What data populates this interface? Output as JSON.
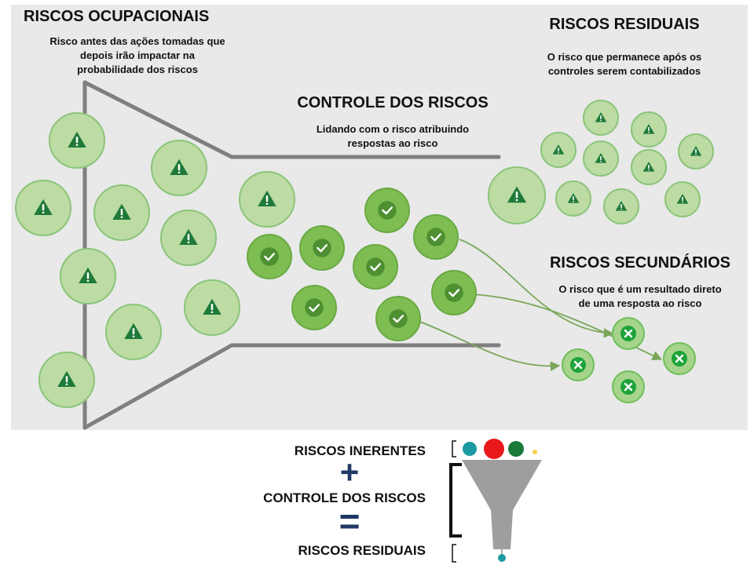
{
  "colors": {
    "panel_bg": "#e8e9e8",
    "risk_circle_fill": "#bcdca4",
    "risk_circle_stroke": "#8cc47a",
    "risk_icon": "#1f7a3a",
    "control_circle_fill": "#7dbd51",
    "control_circle_stroke": "#6aa944",
    "control_icon_bg": "#4e8f32",
    "secondary_circle_fill": "#a6d48a",
    "secondary_icon_bg": "#1ea33a",
    "funnel_line": "#7f7f7f",
    "arrow": "#7aa65a",
    "operator": "#1f3864"
  },
  "sections": {
    "occupational": {
      "title": "RISCOS OCUPACIONAIS",
      "desc_lines": [
        "Risco antes das ações tomadas que",
        "depois irão impactar na",
        "probabilidade dos riscos"
      ]
    },
    "control": {
      "title": "CONTROLE DOS RISCOS",
      "desc_lines": [
        "Lidando com o risco atribuindo",
        "respostas ao risco"
      ]
    },
    "residual": {
      "title": "RISCOS RESIDUAIS",
      "desc_lines": [
        "O risco que permanece após os",
        "controles serem contabilizados"
      ]
    },
    "secondary": {
      "title": "RISCOS SECUNDÁRIOS",
      "desc_lines": [
        "O risco que é um resultado direto",
        "de uma resposta ao risco"
      ]
    }
  },
  "equation": {
    "term_1": "RISCOS INERENTES",
    "operator_1": "+",
    "term_2": "CONTROLE DOS RISCOS",
    "operator_2": "=",
    "term_3": "RISCOS RESIDUAIS",
    "dot_colors": [
      "#1b9aa0",
      "#e8191b",
      "#1a7a3a",
      "#f3d24a"
    ],
    "residual_dot_color": "#1b9aa0",
    "funnel_color": "#9e9e9e"
  },
  "icons": {
    "occupational_risk": "warning-triangle-icon",
    "controlled_risk": "checkmark-icon",
    "residual_risk": "warning-triangle-icon",
    "secondary_risk": "x-mark-icon"
  }
}
